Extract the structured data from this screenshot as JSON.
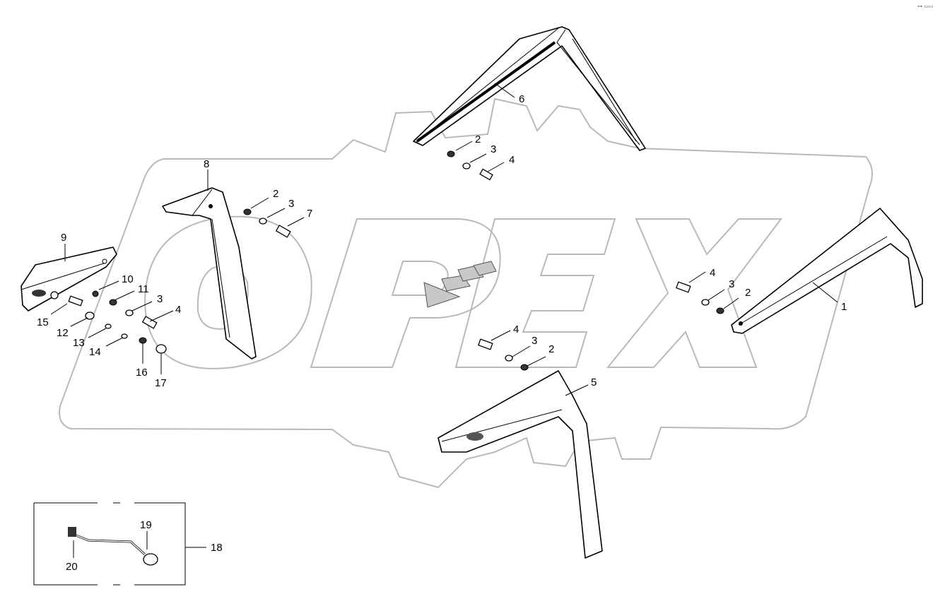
{
  "diagram": {
    "corner_mark": "⊶ ▭▭",
    "parts": [
      {
        "id": "1",
        "text": "1"
      },
      {
        "id": "5",
        "text": "5"
      },
      {
        "id": "6",
        "text": "6"
      },
      {
        "id": "7",
        "text": "7"
      },
      {
        "id": "8",
        "text": "8"
      },
      {
        "id": "9",
        "text": "9"
      },
      {
        "id": "10",
        "text": "10"
      },
      {
        "id": "11",
        "text": "11"
      },
      {
        "id": "12",
        "text": "12"
      },
      {
        "id": "13",
        "text": "13"
      },
      {
        "id": "14",
        "text": "14"
      },
      {
        "id": "15",
        "text": "15"
      },
      {
        "id": "16",
        "text": "16"
      },
      {
        "id": "17",
        "text": "17"
      },
      {
        "id": "18",
        "text": "18"
      },
      {
        "id": "19",
        "text": "19"
      },
      {
        "id": "20",
        "text": "20"
      }
    ],
    "hardware_labels": {
      "top": [
        "2",
        "3",
        "4"
      ],
      "mid_left": [
        "2",
        "3"
      ],
      "left_group": [
        "3",
        "4"
      ],
      "right": [
        "4",
        "3",
        "2"
      ],
      "center": [
        "4",
        "3",
        "2"
      ]
    }
  }
}
